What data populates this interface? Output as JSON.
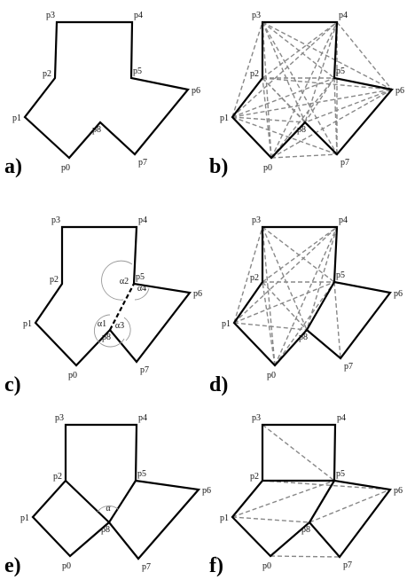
{
  "vertex_labels": [
    "p0",
    "p1",
    "p2",
    "p3",
    "p4",
    "p5",
    "p6",
    "p7",
    "p8"
  ],
  "panels": [
    {
      "id": "a",
      "label": "a)"
    },
    {
      "id": "b",
      "label": "b)"
    },
    {
      "id": "c",
      "label": "c)"
    },
    {
      "id": "d",
      "label": "d)"
    },
    {
      "id": "e",
      "label": "e)"
    },
    {
      "id": "f",
      "label": "f)"
    }
  ],
  "angle_labels_c": [
    "α1",
    "α2",
    "α3",
    "α4"
  ],
  "angle_label_e": "α",
  "colors": {
    "outline": "#000000",
    "dashed": "#888888",
    "arc": "#999999"
  }
}
